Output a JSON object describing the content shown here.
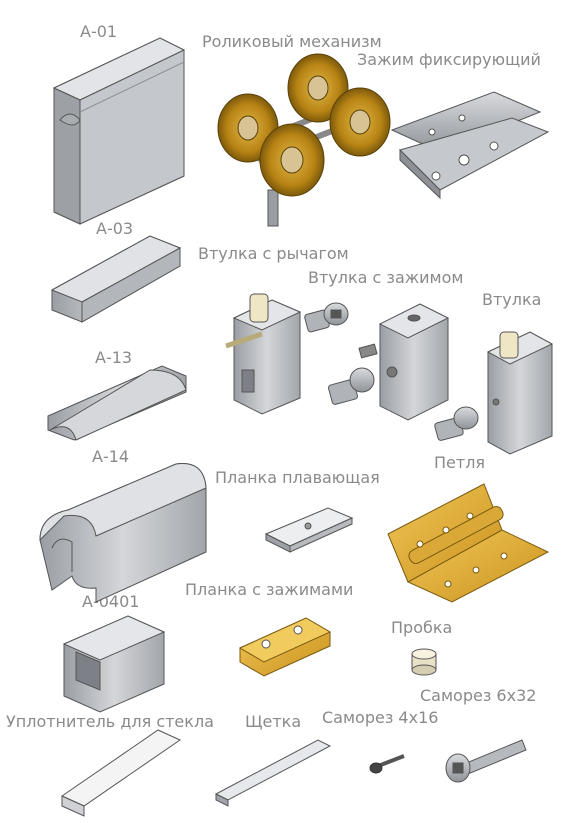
{
  "labels": {
    "a01": "А-01",
    "roller": "Роликовый механизм",
    "clamp": "Зажим фиксирующий",
    "a03": "А-03",
    "bush_lever": "Втулка с рычагом",
    "bush_clamp": "Втулка с зажимом",
    "bush": "Втулка",
    "a13": "А-13",
    "a14": "А-14",
    "hinge": "Петля",
    "float_plate": "Планка плавающая",
    "a0401": "А-0401",
    "clamp_plate": "Планка с зажимами",
    "plug": "Пробка",
    "screw632": "Саморез 6х32",
    "seal": "Уплотнитель для стекла",
    "brush": "Щетка",
    "screw416": "Саморез 4х16"
  },
  "colors": {
    "label": "#8a8a8a",
    "metal": "#b9bcc1",
    "metal_dark": "#8d9197",
    "bronze": "#c8961e",
    "brass": "#e4b43a"
  }
}
